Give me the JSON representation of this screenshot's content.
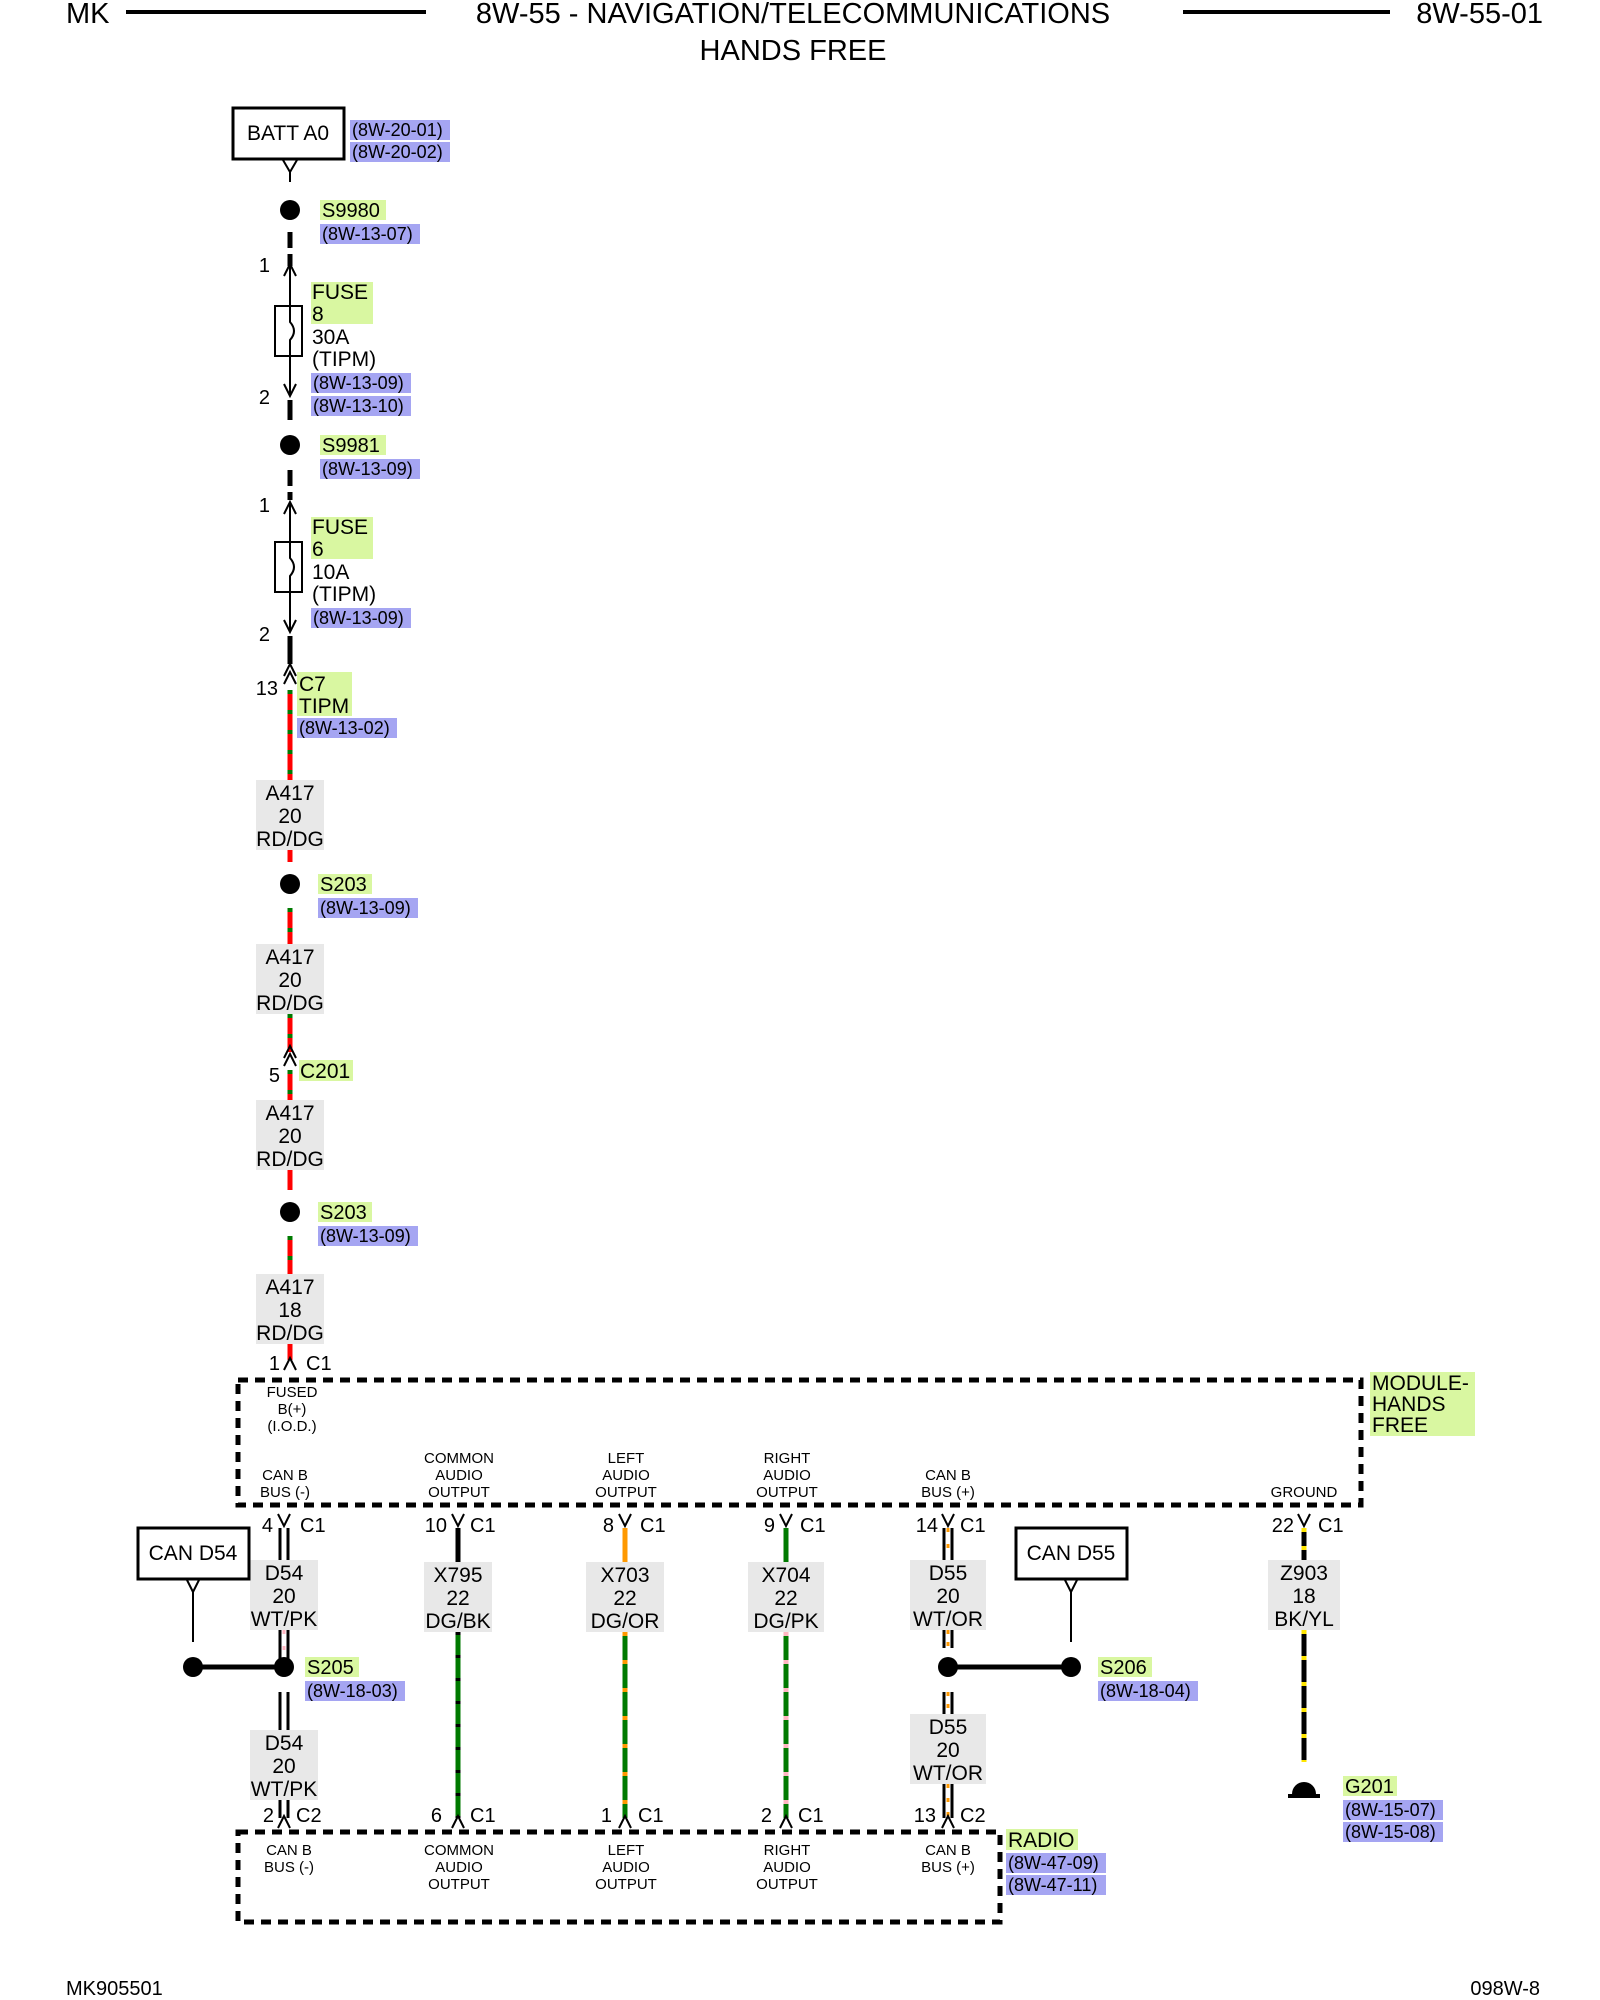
{
  "header": {
    "left": "MK",
    "title_line1": "8W-55 - NAVIGATION/TELECOMMUNICATIONS",
    "title_line2": "HANDS FREE",
    "right": "8W-55-01"
  },
  "footer": {
    "left": "MK905501",
    "right": "098W-8"
  },
  "colors": {
    "highlight_green": "#d9f7a1",
    "highlight_blue": "#a5a5f2",
    "label_bg": "#e8e8e8",
    "wire_red": "#ff0000",
    "wire_dark_green": "#007a00",
    "wire_orange": "#ff9900",
    "wire_pink": "#ffb6c1",
    "wire_yellow": "#ffe600"
  },
  "power": {
    "batt_label": "BATT A0",
    "batt_refs": [
      "(8W-20-01)",
      "(8W-20-02)"
    ],
    "splices": [
      {
        "name": "S9980",
        "ref": "(8W-13-07)"
      },
      {
        "name": "S9981",
        "ref": "(8W-13-09)"
      },
      {
        "name": "S203",
        "ref": "(8W-13-09)"
      },
      {
        "name": "S203",
        "ref": "(8W-13-09)"
      }
    ],
    "fuses": [
      {
        "line1": "FUSE",
        "line2": "8",
        "rating": "30A",
        "loc": "(TIPM)",
        "refs": [
          "(8W-13-09)",
          "(8W-13-10)"
        ],
        "pin_in": "1",
        "pin_out": "2"
      },
      {
        "line1": "FUSE",
        "line2": "6",
        "rating": "10A",
        "loc": "(TIPM)",
        "refs": [
          "(8W-13-09)"
        ],
        "pin_in": "1",
        "pin_out": "2"
      }
    ],
    "c7": {
      "pin": "13",
      "name": "C7",
      "sub": "TIPM",
      "ref": "(8W-13-02)"
    },
    "c201": {
      "pin": "5",
      "name": "C201"
    },
    "wires": [
      {
        "circuit": "A417",
        "gauge": "20",
        "color": "RD/DG"
      },
      {
        "circuit": "A417",
        "gauge": "20",
        "color": "RD/DG"
      },
      {
        "circuit": "A417",
        "gauge": "20",
        "color": "RD/DG"
      },
      {
        "circuit": "A417",
        "gauge": "18",
        "color": "RD/DG"
      }
    ],
    "module_pin": {
      "pin": "1",
      "conn": "C1"
    }
  },
  "module": {
    "name_lines": [
      "MODULE-",
      "HANDS",
      "FREE"
    ],
    "fused_lines": [
      "FUSED",
      "B(+)",
      "(I.O.D.)"
    ],
    "pins": [
      {
        "label_lines": [
          "CAN B",
          "BUS (-)"
        ],
        "pin": "4",
        "conn": "C1"
      },
      {
        "label_lines": [
          "COMMON",
          "AUDIO",
          "OUTPUT"
        ],
        "pin": "10",
        "conn": "C1"
      },
      {
        "label_lines": [
          "LEFT",
          "AUDIO",
          "OUTPUT"
        ],
        "pin": "8",
        "conn": "C1"
      },
      {
        "label_lines": [
          "RIGHT",
          "AUDIO",
          "OUTPUT"
        ],
        "pin": "9",
        "conn": "C1"
      },
      {
        "label_lines": [
          "CAN B",
          "BUS (+)"
        ],
        "pin": "14",
        "conn": "C1"
      },
      {
        "label_lines": [
          "GROUND"
        ],
        "pin": "22",
        "conn": "C1"
      }
    ]
  },
  "wires_lower": [
    {
      "circuit": "D54",
      "gauge": "20",
      "color": "WT/PK"
    },
    {
      "circuit": "X795",
      "gauge": "22",
      "color": "DG/BK"
    },
    {
      "circuit": "X703",
      "gauge": "22",
      "color": "DG/OR"
    },
    {
      "circuit": "X704",
      "gauge": "22",
      "color": "DG/PK"
    },
    {
      "circuit": "D55",
      "gauge": "20",
      "color": "WT/OR"
    },
    {
      "circuit": "Z903",
      "gauge": "18",
      "color": "BK/YL"
    }
  ],
  "wires_lower2": [
    {
      "circuit": "D54",
      "gauge": "20",
      "color": "WT/PK"
    },
    {
      "circuit": "D55",
      "gauge": "20",
      "color": "WT/OR"
    }
  ],
  "can": {
    "d54_label": "CAN D54",
    "d55_label": "CAN D55",
    "s205": {
      "name": "S205",
      "ref": "(8W-18-03)"
    },
    "s206": {
      "name": "S206",
      "ref": "(8W-18-04)"
    }
  },
  "ground": {
    "name": "G201",
    "refs": [
      "(8W-15-07)",
      "(8W-15-08)"
    ]
  },
  "radio": {
    "name": "RADIO",
    "refs": [
      "(8W-47-09)",
      "(8W-47-11)"
    ],
    "pins": [
      {
        "label_lines": [
          "CAN B",
          "BUS (-)"
        ],
        "pin": "2",
        "conn": "C2"
      },
      {
        "label_lines": [
          "COMMON",
          "AUDIO",
          "OUTPUT"
        ],
        "pin": "6",
        "conn": "C1"
      },
      {
        "label_lines": [
          "LEFT",
          "AUDIO",
          "OUTPUT"
        ],
        "pin": "1",
        "conn": "C1"
      },
      {
        "label_lines": [
          "RIGHT",
          "AUDIO",
          "OUTPUT"
        ],
        "pin": "2",
        "conn": "C1"
      },
      {
        "label_lines": [
          "CAN B",
          "BUS (+)"
        ],
        "pin": "13",
        "conn": "C2"
      }
    ]
  }
}
